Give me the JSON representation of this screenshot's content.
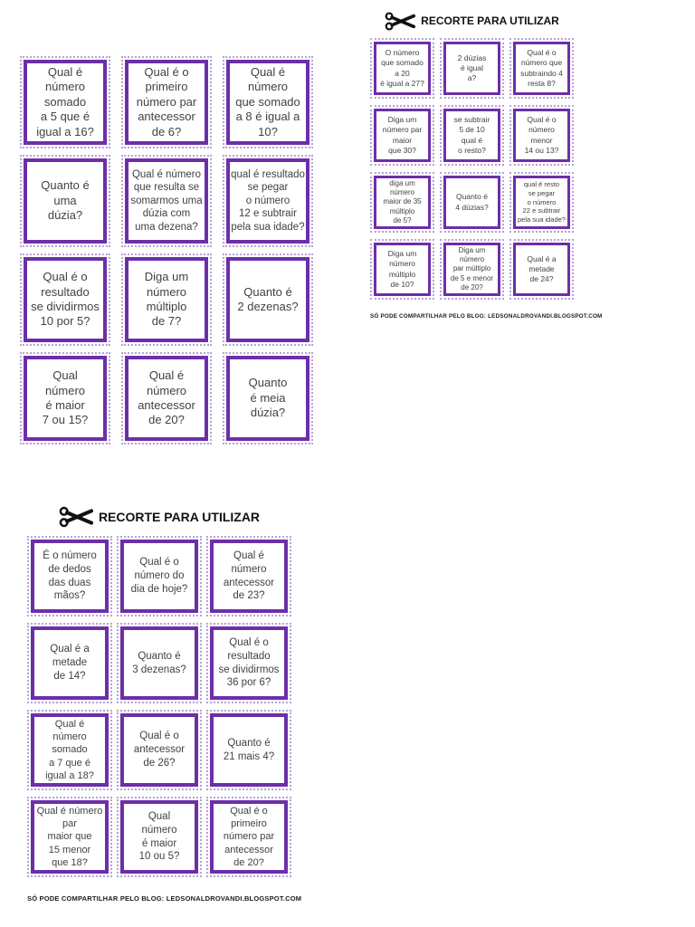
{
  "colors": {
    "card_border": "#6c2fa8",
    "card_outer_dotted_border": "#b4a2d8",
    "text": "#424242",
    "header_text": "#111111"
  },
  "sections": [
    {
      "id": "top-left-grid",
      "cards": [
        {
          "text": "Qual é\nnúmero\nsomado\na 5 que é\nigual a 16?"
        },
        {
          "text": "Qual é o\nprimeiro\nnúmero par\nantecessor\nde 6?"
        },
        {
          "text": "Qual é\nnúmero\nque somado\na 8 é igual a\n10?"
        },
        {
          "text": "Quanto é\numa\ndúzia?"
        },
        {
          "text": "Qual é número\nque resulta se\nsomarmos uma\ndúzia com\numa dezena?"
        },
        {
          "text": "qual é resultado\nse pegar\no número\n12 e subtrair\npela sua idade?"
        },
        {
          "text": "Qual é o\nresultado\nse dividirmos\n10 por 5?"
        },
        {
          "text": "Diga um\nnúmero\nmúltiplo\nde 7?"
        },
        {
          "text": "Quanto é\n2 dezenas?"
        },
        {
          "text": "Qual\nnúmero\né maior\n7 ou 15?"
        },
        {
          "text": "Qual é número\nantecessor\nde 20?"
        },
        {
          "text": "Quanto\né meia\ndúzia?"
        }
      ]
    },
    {
      "id": "top-right-grid",
      "header": {
        "icon": "scissors-icon",
        "label": "RECORTE PARA UTILIZAR"
      },
      "footer": "SÓ PODE COMPARTILHAR PELO BLOG: LEDSONALDROVANDI.BLOGSPOT.COM",
      "cards": [
        {
          "text": "O número\nque somado\na 20\né igual a 27?"
        },
        {
          "text": "2 dúzias\né igual\na?"
        },
        {
          "text": "Qual é o\nnúmero que\nsubtraindo 4\nresta 8?"
        },
        {
          "text": "Diga um\nnúmero par\nmaior\nque 30?"
        },
        {
          "text": "se subtrair\n5 de 10\nqual é\no resto?"
        },
        {
          "text": "Qual é o\nnúmero\nmenor\n14 ou 13?"
        },
        {
          "text": "diga um\nnúmero\nmaior de 35\nmúltiplo\nde 5?"
        },
        {
          "text": "Quanto é\n4 dúzias?"
        },
        {
          "text": "qual é resto\nse pegar\no número\n22 e subtrair\npela sua idade?"
        },
        {
          "text": "Diga um\nnúmero\nmúltiplo\nde 10?"
        },
        {
          "text": "Diga um\nnúmero\npar múltiplo\nde 5 e menor\nde 20?"
        },
        {
          "text": "Qual é a\nmetade\nde 24?"
        }
      ]
    },
    {
      "id": "bottom-left-grid",
      "header": {
        "icon": "scissors-icon",
        "label": "RECORTE PARA UTILIZAR"
      },
      "footer": "SÓ PODE COMPARTILHAR PELO BLOG: LEDSONALDROVANDI.BLOGSPOT.COM",
      "cards": [
        {
          "text": "É o número\nde dedos\ndas duas\nmãos?"
        },
        {
          "text": "Qual é o\nnúmero do\ndia de hoje?"
        },
        {
          "text": "Qual é número\nantecessor\nde 23?"
        },
        {
          "text": "Qual é a\nmetade\nde 14?"
        },
        {
          "text": "Quanto é\n3 dezenas?"
        },
        {
          "text": "Qual é o\nresultado\nse dividirmos\n36 por 6?"
        },
        {
          "text": "Qual é\nnúmero\nsomado\na 7 que é\nigual a 18?"
        },
        {
          "text": "Qual é o\nantecessor\nde 26?"
        },
        {
          "text": "Quanto é\n21 mais 4?"
        },
        {
          "text": "Qual é número\npar\nmaior que\n15 menor\nque 18?"
        },
        {
          "text": "Qual\nnúmero\né maior\n10 ou 5?"
        },
        {
          "text": "Qual é o\nprimeiro\nnúmero par\nantecessor\nde 20?"
        }
      ]
    }
  ]
}
